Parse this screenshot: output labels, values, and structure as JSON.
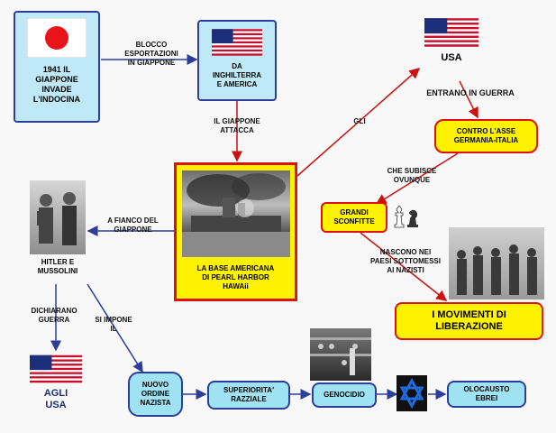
{
  "nodes": {
    "japan": "1941 IL\nGIAPPONE\nINVADE\nL'INDOCINA",
    "uk_us": "DA\nINGHILTERRA\nE AMERICA",
    "usa": "USA",
    "contro": "CONTRO L'ASSE\nGERMANIA-ITALIA",
    "grandi": "GRANDI\nSCONFITTE",
    "pearl": "LA BASE AMERICANA\nDI PEARL HARBOR\nHAWAii",
    "hitler": "HITLER E\nMUSSOLINI",
    "movimenti": "I MOVIMENTI DI\nLIBERAZIONE",
    "agli_usa": "AGLI\nUSA",
    "nuovo": "NUOVO\nORDINE\nNAZISTA",
    "superiorita": "SUPERIORITA'\nRAZZIALE",
    "genocidio": "GENOCIDIO",
    "olocausto": "OLOCAUSTO\nEBREI"
  },
  "edge_labels": {
    "blocco": "BLOCCO\nESPORTAZIONI\nIN GIAPPONE",
    "attacca": "IL GIAPPONE\nATTACCA",
    "gli": "GLI",
    "entrano": "ENTRANO IN GUERRA",
    "subisce": "CHE SUBISCE\nOVUNQUE",
    "nascono": "NASCONO NEI\nPAESI SOTTOMESSI\nAI NAZISTI",
    "fianco": "A FIANCO DEL\nGIAPPONE",
    "dichiarano": "DICHIARANO\nGUERRA",
    "impone": "SI IMPONE\nIL"
  },
  "colors": {
    "blue_arrow": "#2c3e9a",
    "red_arrow": "#cc1111",
    "node_blue": "#bfe9f6",
    "node_yellow": "#fff200"
  },
  "icons": [
    "japan-flag",
    "usa-flag",
    "chess-pieces",
    "star-of-david"
  ]
}
